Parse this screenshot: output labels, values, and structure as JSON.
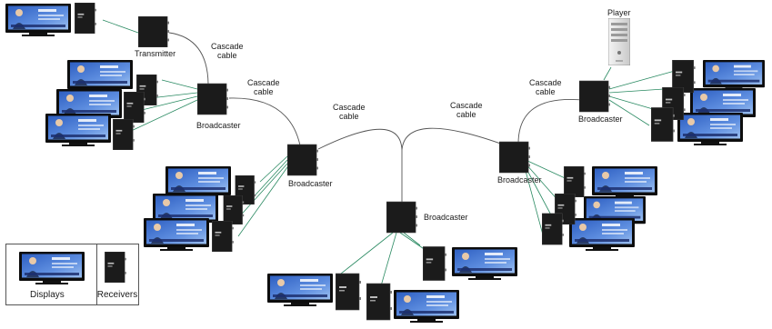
{
  "labels": {
    "transmitter": "Transmitter",
    "broadcaster": "Broadcaster",
    "player": "Player",
    "cascade_line1": "Cascade",
    "cascade_line2": "cable"
  },
  "legend": {
    "displays": "Displays",
    "receivers": "Receivers"
  },
  "colors": {
    "device": "#1b1b1b",
    "device_edge": "#4a4a4a",
    "cable": "#2a8a62",
    "cascade": "#555555",
    "tv_body": "#0d0d0d",
    "screen_bg": "#3a68c8",
    "screen_light": "#9cc0f0",
    "player_body": "#e6e6e6",
    "legend_border": "#555555"
  },
  "icons": {
    "display": "tv-display-icon",
    "receiver": "receiver-box-icon",
    "broadcaster": "broadcaster-box-icon",
    "transmitter": "transmitter-box-icon",
    "player": "player-tower-icon"
  }
}
